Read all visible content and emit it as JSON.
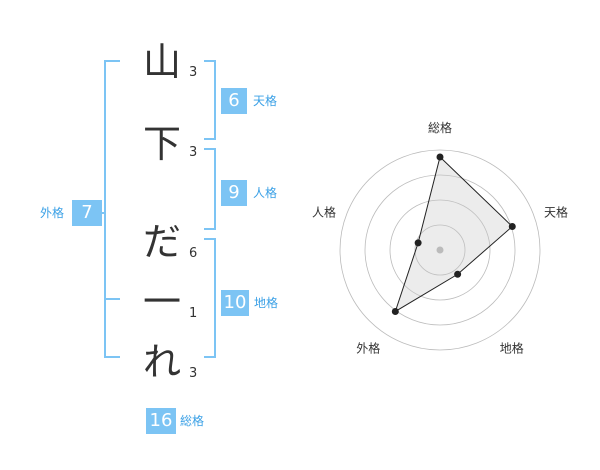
{
  "name_chars": [
    {
      "char": "山",
      "strokes": "3"
    },
    {
      "char": "下",
      "strokes": "3"
    },
    {
      "char": "だ",
      "strokes": "6"
    },
    {
      "char": "一",
      "strokes": "1"
    },
    {
      "char": "れ",
      "strokes": "3"
    }
  ],
  "kakusu": {
    "tenkaku": {
      "value": "6",
      "label": "天格"
    },
    "jinkaku": {
      "value": "9",
      "label": "人格"
    },
    "chikaku": {
      "value": "10",
      "label": "地格"
    },
    "gaikaku": {
      "value": "7",
      "label": "外格"
    },
    "soukaku": {
      "value": "16",
      "label": "総格"
    }
  },
  "colors": {
    "accent": "#7cc4f4",
    "label": "#3aa0e6",
    "text": "#333333"
  },
  "chart_data": {
    "type": "radar",
    "axes": [
      "総格",
      "天格",
      "地格",
      "外格",
      "人格"
    ],
    "values": [
      0.93,
      0.76,
      0.3,
      0.76,
      0.23
    ],
    "rings": 4,
    "range": [
      0,
      1
    ]
  }
}
